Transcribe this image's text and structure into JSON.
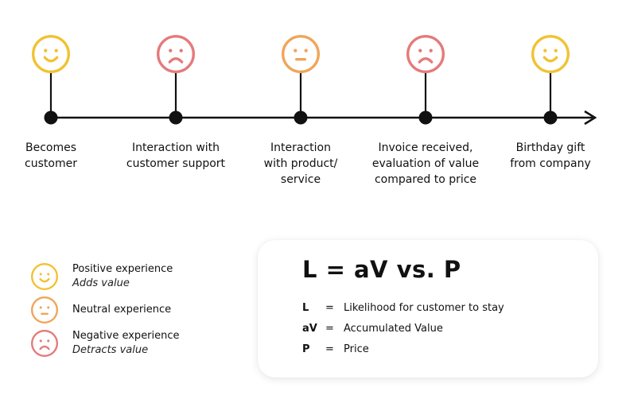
{
  "colors": {
    "positive": "#F1C232",
    "neutral": "#F0A55A",
    "negative": "#E57A7A",
    "line": "#111111"
  },
  "timeline": {
    "steps": [
      {
        "label_lines": [
          "Becomes",
          "customer"
        ],
        "sentiment": "positive",
        "icon": "happy-face-icon"
      },
      {
        "label_lines": [
          "Interaction with",
          "customer support"
        ],
        "sentiment": "negative",
        "icon": "sad-face-icon"
      },
      {
        "label_lines": [
          "Interaction",
          "with product/",
          "service"
        ],
        "sentiment": "neutral",
        "icon": "neutral-face-icon"
      },
      {
        "label_lines": [
          "Invoice received,",
          "evaluation of value",
          "compared to price"
        ],
        "sentiment": "negative",
        "icon": "sad-face-icon"
      },
      {
        "label_lines": [
          "Birthday gift",
          "from company"
        ],
        "sentiment": "positive",
        "icon": "happy-face-icon"
      }
    ]
  },
  "legend": {
    "positive": {
      "title": "Positive experience",
      "subtitle": "Adds value"
    },
    "neutral": {
      "title": "Neutral experience",
      "subtitle": ""
    },
    "negative": {
      "title": "Negative experience",
      "subtitle": "Detracts value"
    }
  },
  "formula": {
    "title": "L = aV vs. P",
    "definitions": [
      {
        "key": "L",
        "eq": "=",
        "text": "Likelihood for customer to stay"
      },
      {
        "key": "aV",
        "eq": "=",
        "text": "Accumulated Value"
      },
      {
        "key": "P",
        "eq": "=",
        "text": "Price"
      }
    ]
  }
}
